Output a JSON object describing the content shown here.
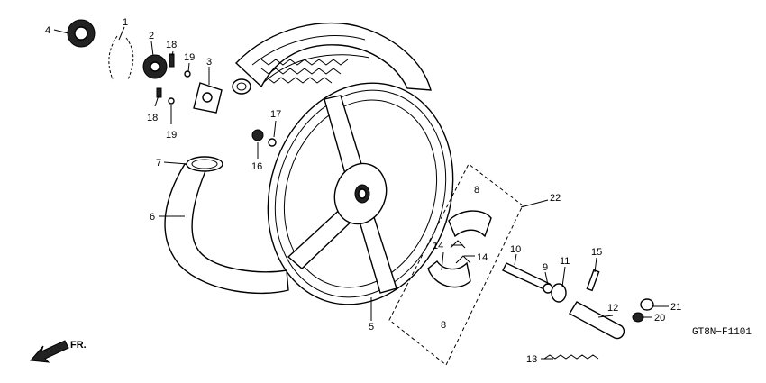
{
  "diagram_code": "GT8N−F1101",
  "direction_label": "FR.",
  "callouts": [
    {
      "id": "c1",
      "text": "1"
    },
    {
      "id": "c2",
      "text": "2"
    },
    {
      "id": "c3",
      "text": "3"
    },
    {
      "id": "c4",
      "text": "4"
    },
    {
      "id": "c5",
      "text": "5"
    },
    {
      "id": "c6",
      "text": "6"
    },
    {
      "id": "c7",
      "text": "7"
    },
    {
      "id": "c8a",
      "text": "8"
    },
    {
      "id": "c8b",
      "text": "8"
    },
    {
      "id": "c9",
      "text": "9"
    },
    {
      "id": "c10",
      "text": "10"
    },
    {
      "id": "c11",
      "text": "11"
    },
    {
      "id": "c12",
      "text": "12"
    },
    {
      "id": "c13",
      "text": "13"
    },
    {
      "id": "c14a",
      "text": "14"
    },
    {
      "id": "c14b",
      "text": "14"
    },
    {
      "id": "c15",
      "text": "15"
    },
    {
      "id": "c16",
      "text": "16"
    },
    {
      "id": "c17",
      "text": "17"
    },
    {
      "id": "c18a",
      "text": "18"
    },
    {
      "id": "c18b",
      "text": "18"
    },
    {
      "id": "c19a",
      "text": "19"
    },
    {
      "id": "c19b",
      "text": "19"
    },
    {
      "id": "c20",
      "text": "20"
    },
    {
      "id": "c21",
      "text": "21"
    },
    {
      "id": "c22",
      "text": "22"
    }
  ]
}
